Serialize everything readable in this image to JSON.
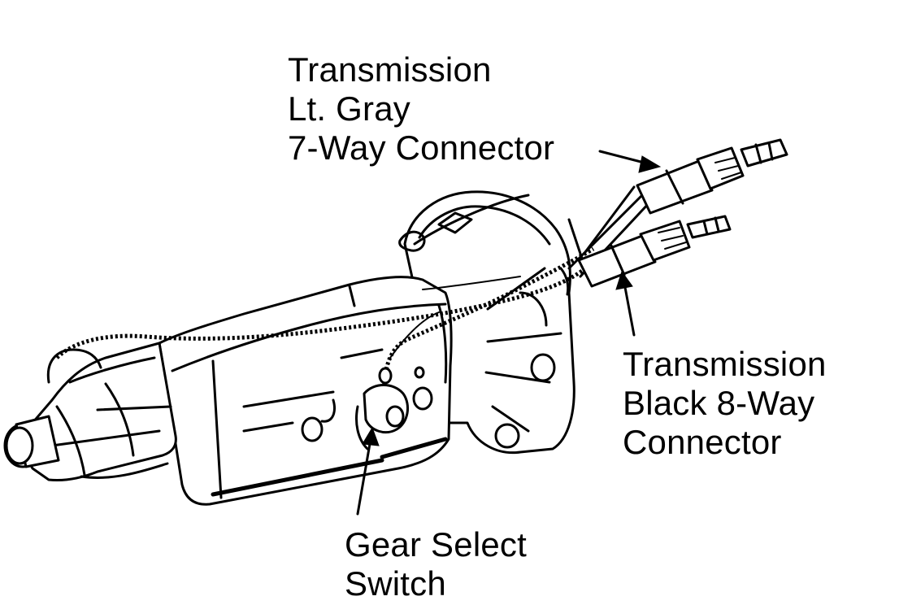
{
  "callouts": {
    "gray_connector": [
      "Transmission",
      "Lt. Gray",
      "7-Way Connector"
    ],
    "black_connector": [
      "Transmission",
      "Black 8-Way",
      "Connector"
    ],
    "gear_select": [
      "Gear Select",
      "Switch"
    ]
  }
}
